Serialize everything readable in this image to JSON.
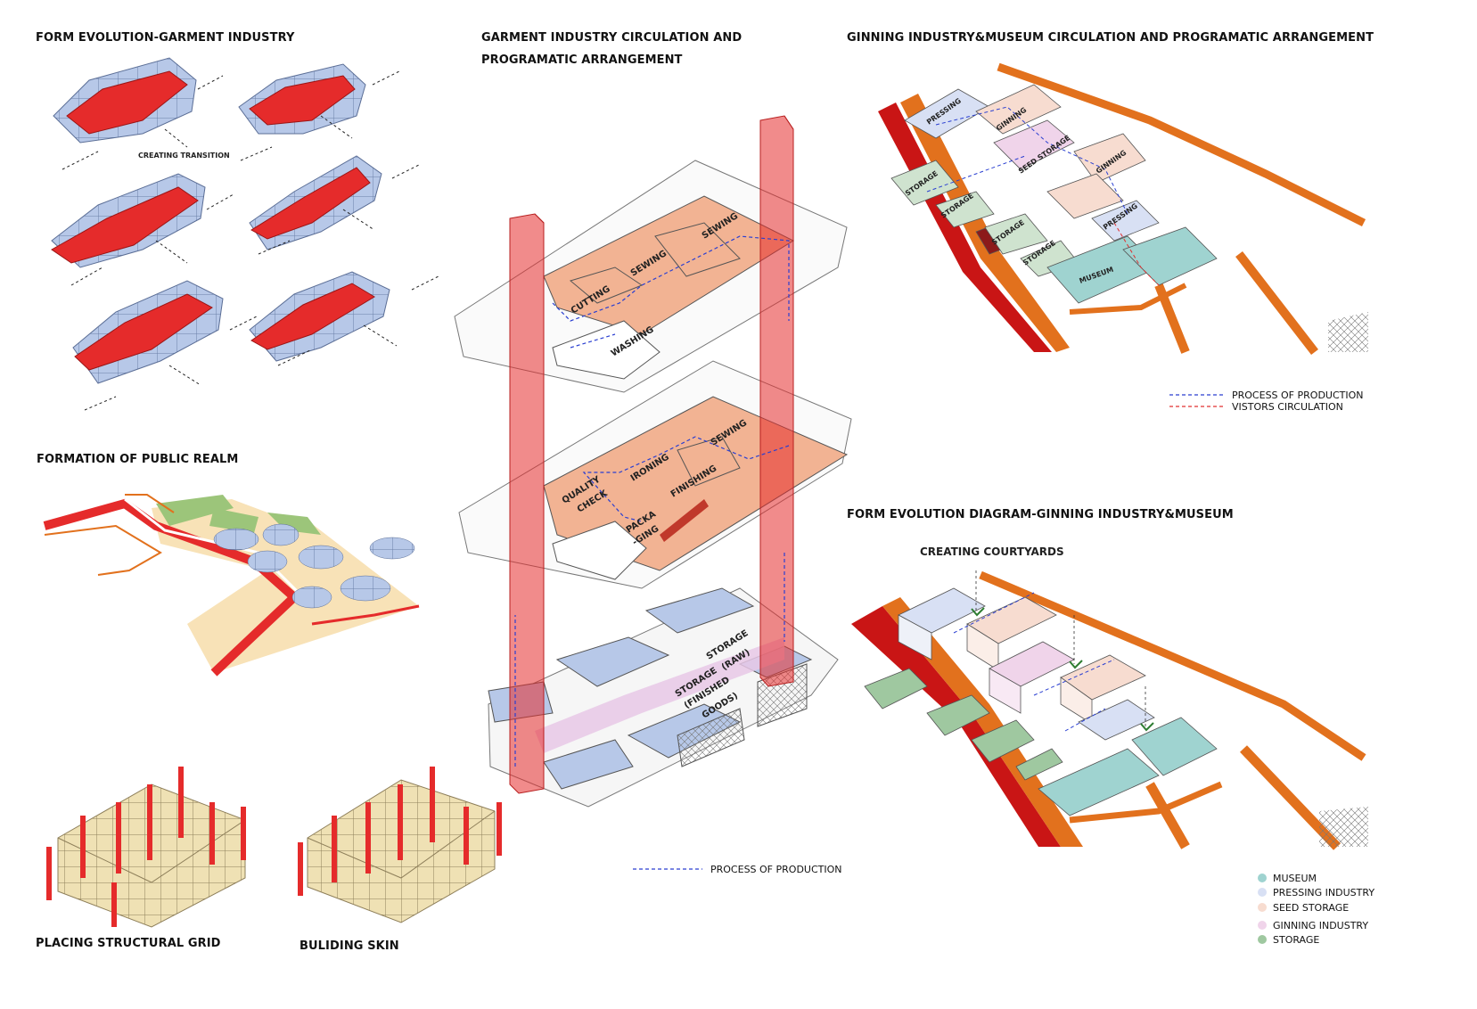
{
  "headings": {
    "form_evolution_garment": "FORM EVOLUTION-GARMENT INDUSTRY",
    "garment_circulation_1": "GARMENT INDUSTRY CIRCULATION AND",
    "garment_circulation_2": "PROGRAMATIC ARRANGEMENT",
    "ginning_circulation": "GINNING INDUSTRY&MUSEUM CIRCULATION AND PROGRAMATIC ARRANGEMENT",
    "public_realm": "FORMATION OF PUBLIC REALM",
    "form_evolution_ginning": "FORM EVOLUTION DIAGRAM-GINNING INDUSTRY&MUSEUM",
    "structural_grid": "PLACING STRUCTURAL GRID",
    "building_skin": "BULIDING SKIN"
  },
  "annotations": {
    "creating_transition": "CREATING TRANSITION",
    "creating_courtyards": "CREATING COURTYARDS"
  },
  "garment_labels": {
    "sewing_top_1": "SEWING",
    "sewing_top_2": "SEWING",
    "cutting": "CUTTING",
    "washing": "WASHING",
    "ironing": "IRONING",
    "sewing_mid": "SEWING",
    "quality_check_1": "QUALITY",
    "quality_check_2": "CHECK",
    "finishing": "FINISHING",
    "packaging_1": "PACKA",
    "packaging_2": "-GING",
    "storage_raw_1": "STORAGE",
    "storage_raw_2": "(RAW)",
    "storage_finished_1": "STORAGE",
    "storage_finished_2": "(FINISHED",
    "storage_finished_3": "GOODS)"
  },
  "ginning_labels": {
    "pressing_1": "PRESSING",
    "ginning_1": "GINNING",
    "seed_storage": "SEED STORAGE",
    "ginning_2": "GINNING",
    "pressing_2": "PRESSING",
    "storage_1": "STORAGE",
    "storage_2": "STORAGE",
    "storage_3": "STORAGE",
    "storage_4": "STORAGE",
    "museum": "MUSEUM"
  },
  "circulation_legend": [
    {
      "label": "PROCESS OF PRODUCTION",
      "color": "#2a3fd1"
    },
    {
      "label": "VISTORS CIRCULATION",
      "color": "#e03030"
    }
  ],
  "garment_legend": {
    "label": "PROCESS OF PRODUCTION",
    "color": "#2a3fd1"
  },
  "program_legend": [
    {
      "label": "MUSEUM",
      "color": "#9fd3d0"
    },
    {
      "label": "PRESSING INDUSTRY",
      "color": "#d8e0f4"
    },
    {
      "label": "SEED STORAGE",
      "color": "#f7dcd0"
    },
    {
      "label": "GINNING INDUSTRY",
      "color": "#f0d4ea"
    },
    {
      "label": "STORAGE",
      "color": "#9fc8a0"
    }
  ],
  "colors": {
    "accent_red": "#e52b2b",
    "block_blue": "#b7c8e8",
    "road_orange": "#e2711d",
    "floor_salmon": "#f2b393",
    "skin_cream": "#efe1b4"
  }
}
